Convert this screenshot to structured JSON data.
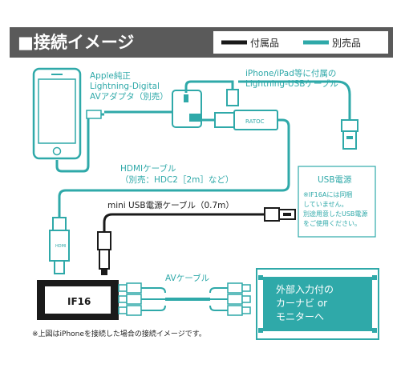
{
  "header": {
    "title": "■接続イメージ",
    "legend_included": "付属品",
    "legend_sold_separately": "別売品"
  },
  "colors": {
    "included": "#1a1a1a",
    "sold_separately": "#2fa9a9",
    "header_bg": "#5a5a5a"
  },
  "labels": {
    "av_adapter": [
      "Apple純正",
      "Lightning-Digital",
      "AVアダプタ（別売）"
    ],
    "lightning_usb_cable": [
      "iPhone/iPad等に付属の",
      "Lightning-USBケーブル"
    ],
    "hdmi_cable": [
      "HDMIケーブル",
      "（別売：HDC2［2m］など）"
    ],
    "mini_usb_cable": "mini USB電源ケーブル（0.7m）",
    "av_cable": "AVケーブル",
    "hdmi_plug_brand": "RATOC",
    "hdmi_connector_text": "HDMI"
  },
  "usb_power_box": {
    "title": "USB電源",
    "note": [
      "※IF16Aには同梱",
      "していません。",
      "別途用意したUSB電源",
      "をご使用ください。"
    ]
  },
  "device": {
    "name": "IF16"
  },
  "monitor": {
    "text": [
      "外部入力付の",
      "カーナビ or",
      "モニターへ"
    ]
  },
  "footnote": "※上図はiPhoneを接続した場合の接続イメージです。"
}
